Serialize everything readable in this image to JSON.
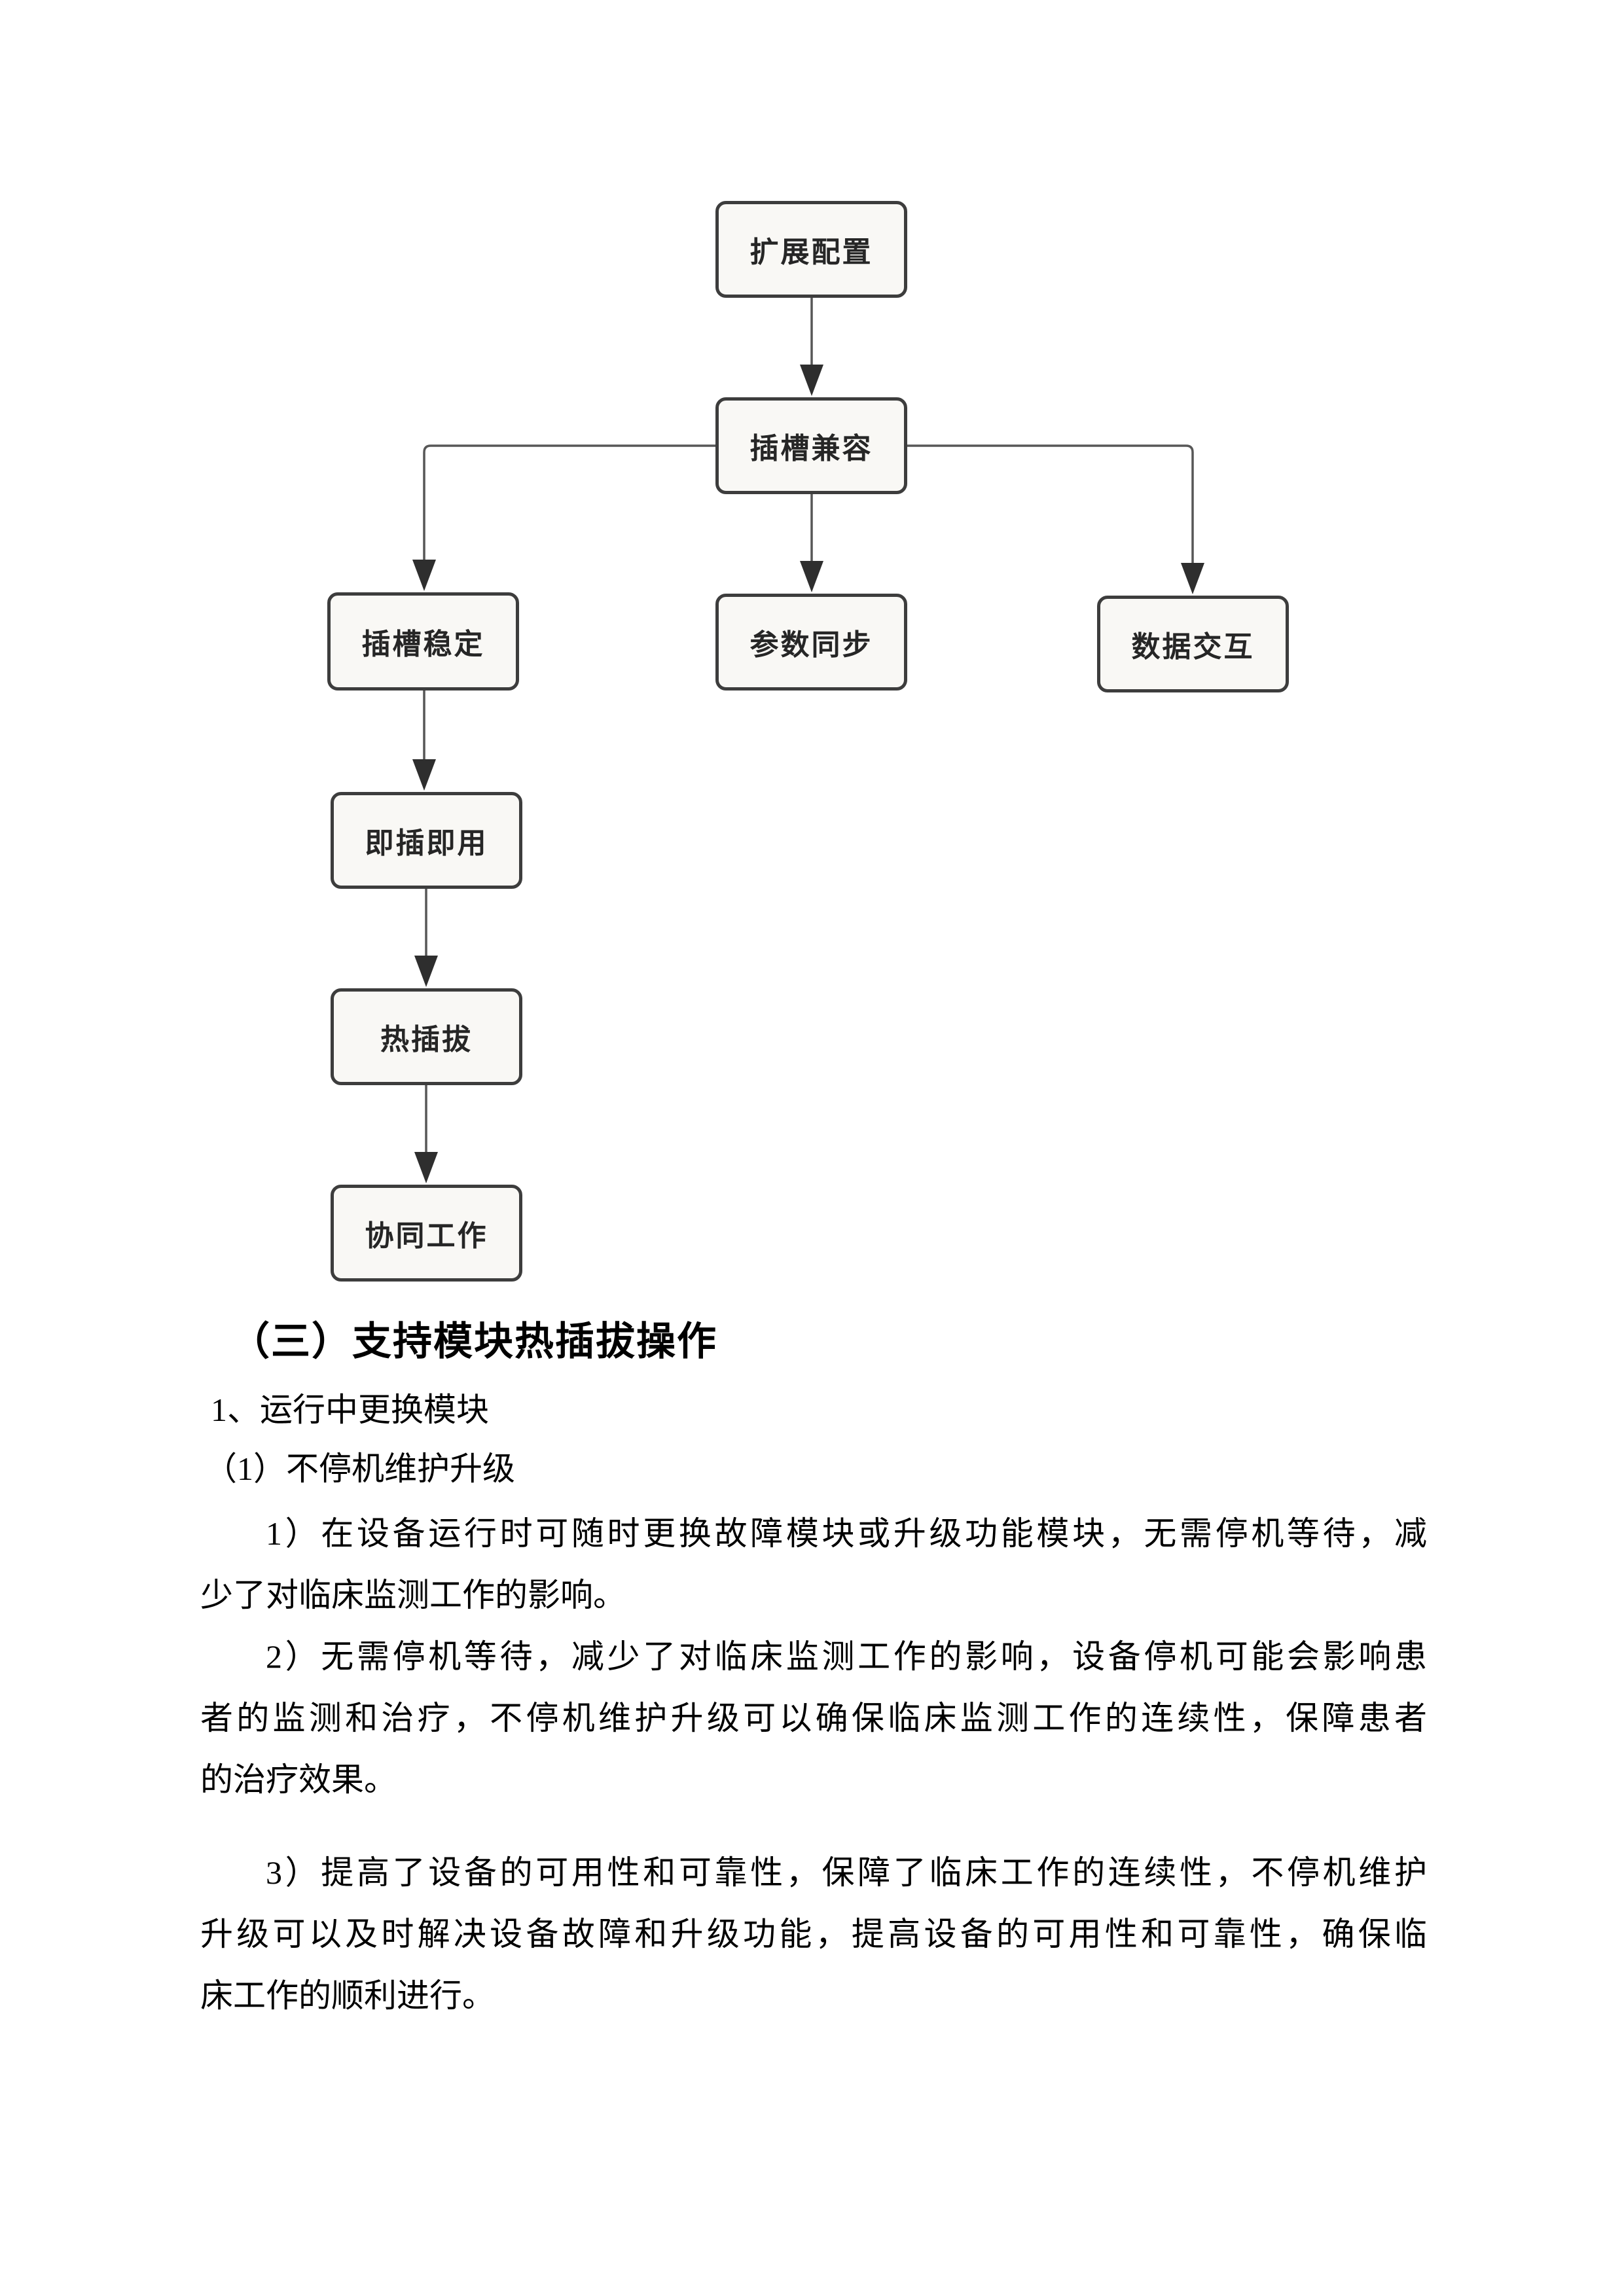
{
  "page": {
    "type": "word-document-page",
    "background": "#ffffff"
  },
  "flowchart": {
    "box_fill": "#f9f8f5",
    "box_border": "#3d3d3d",
    "connector_color": "#575757",
    "arrow_color": "#2e2e2e",
    "nodes": [
      {
        "id": "expand-config",
        "label": "扩展配置"
      },
      {
        "id": "slot-compat",
        "label": "插槽兼容"
      },
      {
        "id": "slot-stable",
        "label": "插槽稳定"
      },
      {
        "id": "param-sync",
        "label": "参数同步"
      },
      {
        "id": "data-exchange",
        "label": "数据交互"
      },
      {
        "id": "plug-and-play",
        "label": "即插即用"
      },
      {
        "id": "hot-swap",
        "label": "热插拔"
      },
      {
        "id": "co-work",
        "label": "协同工作"
      }
    ],
    "edges": [
      {
        "from": "expand-config",
        "to": "slot-compat"
      },
      {
        "from": "slot-compat",
        "to": "slot-stable"
      },
      {
        "from": "slot-compat",
        "to": "param-sync"
      },
      {
        "from": "slot-compat",
        "to": "data-exchange"
      },
      {
        "from": "slot-stable",
        "to": "plug-and-play"
      },
      {
        "from": "plug-and-play",
        "to": "hot-swap"
      },
      {
        "from": "hot-swap",
        "to": "co-work"
      }
    ]
  },
  "document": {
    "heading": "（三）支持模块热插拔操作",
    "subheading": "1、运行中更换模块",
    "subitem": "（1）不停机维护升级",
    "paragraphs": [
      {
        "space_before": false,
        "lines": [
          "1）在设备运行时可随时更换故障模块或升级功能模块，无需停机等待，减",
          "少了对临床监测工作的影响。"
        ]
      },
      {
        "space_before": false,
        "lines": [
          "2）无需停机等待，减少了对临床监测工作的影响，设备停机可能会影响患",
          "者的监测和治疗，不停机维护升级可以确保临床监测工作的连续性，保障患者",
          "的治疗效果。"
        ]
      },
      {
        "space_before": true,
        "lines": [
          "3）提高了设备的可用性和可靠性，保障了临床工作的连续性，不停机维护",
          "升级可以及时解决设备故障和升级功能，提高设备的可用性和可靠性，确保临",
          "床工作的顺利进行。"
        ]
      }
    ]
  }
}
